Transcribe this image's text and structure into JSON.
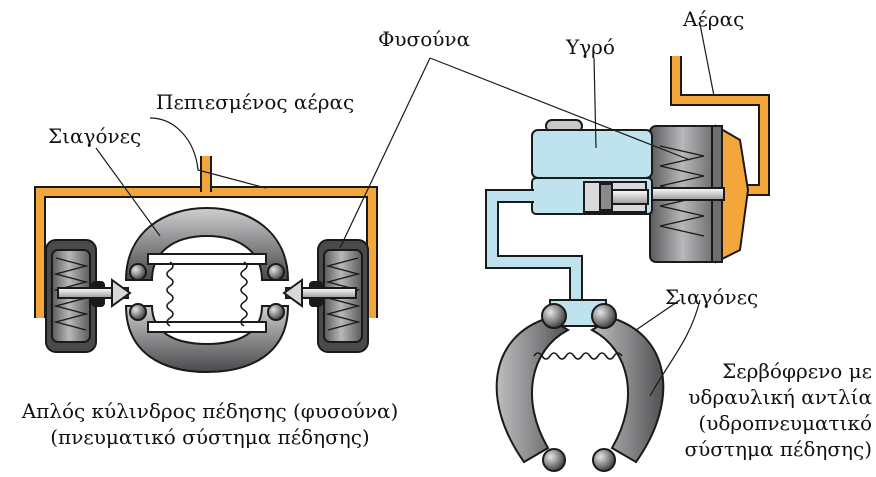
{
  "labels": {
    "compressed_air": "Πεπιεσμένος αέρας",
    "jaws_left": "Σιαγόνες",
    "bellows": "Φυσούνα",
    "fluid": "Υγρό",
    "air": "Αέρας",
    "jaws_right": "Σιαγόνες"
  },
  "captions": {
    "left_line1": "Απλός κύλινδρος πέδησης (φυσούνα)",
    "left_line2": "(πνευματικό σύστημα πέδησης)",
    "right_line1": "Σερβόφρενο με",
    "right_line2": "υδραυλική αντλία",
    "right_line3": "(υδροπνευματικό",
    "right_line4": "σύστημα πέδησης)"
  },
  "colors": {
    "air_line": "#F2A63C",
    "fluid": "#BFE3EE",
    "housing": "#6E6E70",
    "shoe": "#8C8C8E",
    "outline": "#1A1A1A"
  }
}
